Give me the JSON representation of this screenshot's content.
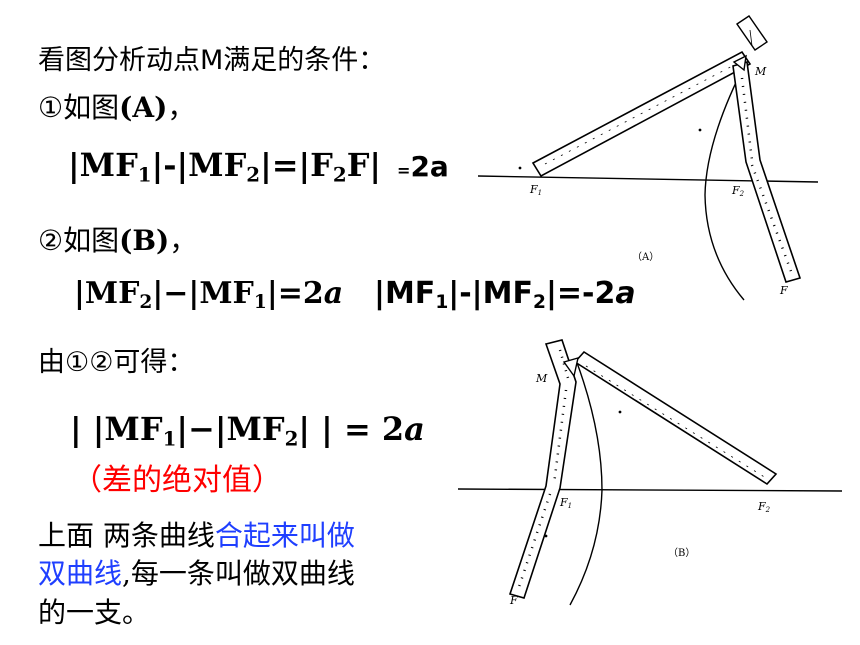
{
  "text": {
    "line1": "看图分析动点M满足的条件：",
    "line2_prefix": "①如图",
    "line2_label": "(A)",
    "line2_suffix": "，",
    "line3_prefix": "②如图",
    "line3_label": "(B)",
    "line3_suffix": "，",
    "line4": "由①②可得：",
    "note": "（差的绝对值）",
    "p1_black": "上面 两条曲线",
    "p1_blue": "合起来叫做",
    "p2_blue": "双曲线",
    "p2_black": ",每一条叫做双曲线",
    "p3": "的一支。"
  },
  "eq1": {
    "p1": "|MF",
    "s1": "1",
    "p2": "|-|MF",
    "s2": "2",
    "p3": "|=|F",
    "s3": "2",
    "p4": "F|",
    "tail_sign": "=",
    "tail_val": "2a"
  },
  "eq2": {
    "p1": "|MF",
    "s1": "2",
    "p2": "|−|MF",
    "s2": "1",
    "p3": "|=2",
    "var": "a"
  },
  "eq3": {
    "p1": "|MF",
    "s1": "1",
    "p2": "|-|MF",
    "s2": "2",
    "p3": "|=-2",
    "var": "a"
  },
  "eq4": {
    "p1": "| |MF",
    "s1": "1",
    "p2": "|−|MF",
    "s2": "2",
    "p3": "| | = 2",
    "var": "a"
  },
  "figA": {
    "label_M": "M",
    "label_F1": "F",
    "label_F1_sub": "1",
    "label_F2": "F",
    "label_F2_sub": "2",
    "label_F": "F",
    "caption": "（A）"
  },
  "figB": {
    "label_M": "M",
    "label_F1": "F",
    "label_F1_sub": "1",
    "label_F2": "F",
    "label_F2_sub": "2",
    "label_F": "F",
    "caption": "（B）"
  },
  "colors": {
    "red": "#ff0000",
    "blue": "#1f3fff"
  }
}
